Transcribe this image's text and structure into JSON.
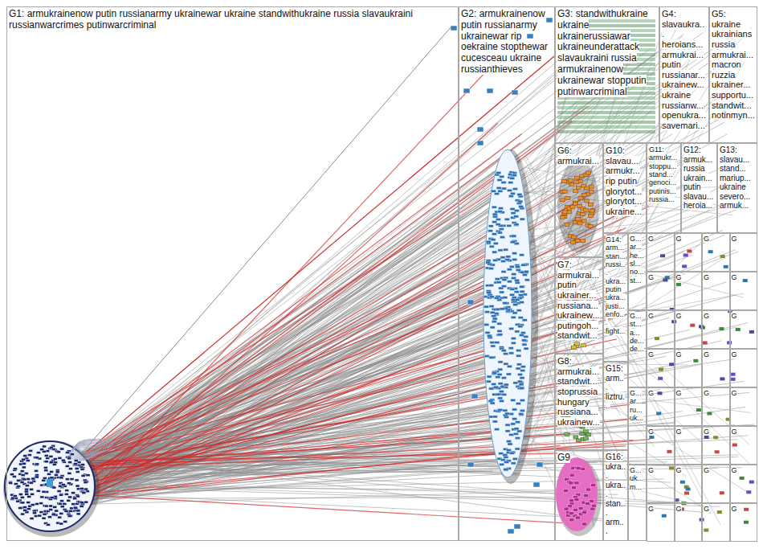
{
  "diagram": {
    "nodes": [
      {
        "text": [
          "G1: armukrainenow putin russianarmy ukrainewar ukraine standwithukraine russia slavaukraini russianwarcrimes putinwarcriminal"
        ]
      },
      {
        "text": [
          "G2: armukrainenow putin russianarmy ukrainewar rip oekraine stopthewar cucesceau ukraine russianthieves"
        ]
      },
      {
        "text": [
          "G3: standwithukraine ukraine ukrainerussiawar ukraineunderattack slavaukraini russia armukrainenow ukrainewar stopputin putinwarcriminal"
        ]
      },
      {
        "text": [
          "G4: slavaukra... heroians... armukrai... putin russianar... ukrainew... ukraine russianw... openukra... savemari..."
        ]
      },
      {
        "text": [
          "G5: ukraine ukrainians russia armukrai... macron ruzzia ukrainer... supportu... standwit... notinmyn..."
        ]
      },
      {
        "text": [
          "G6: armukrai..."
        ]
      },
      {
        "text": [
          "G10: slavau... armukr... rip putin glorytot... glorytot... ukraine..."
        ]
      },
      {
        "text": [
          "G11: armukr... stoppu... stand... genoci... putinis... russia..."
        ]
      },
      {
        "text": [
          "G12: armuk... russia ukrain... putin slavau... heroia..."
        ]
      },
      {
        "text": [
          "G13: slavau... stand... mariup... ukraine severo... armuk..."
        ]
      },
      {
        "text": [
          "G7: armukrai... putin ukrainer... russiana... ukrainew... putingoh... standwit..."
        ]
      },
      {
        "text": [
          "G14: arm... stan... russi... ukra... putin ukra... justi... enfo... fight..."
        ]
      },
      {
        "text": [
          "G... ar... he... sl... no... st..."
        ]
      },
      {
        "text": [
          "G... st... a... de... de..."
        ]
      },
      {
        "text": [
          "G8: armukrai... standwit... stoprussia hungary russiana... ukrainew..."
        ]
      },
      {
        "text": [
          "G15: arm... liztru..."
        ]
      },
      {
        "text": [
          "G... ar... ru... uk..."
        ]
      },
      {
        "text": [
          "G9"
        ]
      },
      {
        "text": [
          "G16: ukra... ukra... stan... arm..."
        ]
      },
      {
        "text": [
          "G... uk... m..."
        ]
      },
      {
        "text": [
          "G"
        ]
      },
      {
        "text": [
          "G"
        ]
      },
      {
        "text": [
          "G"
        ]
      },
      {
        "text": [
          "G"
        ]
      },
      {
        "text": [
          "G"
        ]
      },
      {
        "text": [
          "G"
        ]
      },
      {
        "text": [
          "G"
        ]
      },
      {
        "text": [
          "G"
        ]
      },
      {
        "text": [
          "G"
        ]
      },
      {
        "text": [
          "G"
        ]
      },
      {
        "text": [
          "G"
        ]
      },
      {
        "text": [
          "G"
        ]
      },
      {
        "text": [
          "G"
        ]
      },
      {
        "text": [
          "G"
        ]
      },
      {
        "text": [
          "G"
        ]
      },
      {
        "text": [
          "G"
        ]
      },
      {
        "text": [
          "G"
        ]
      },
      {
        "text": [
          "G"
        ]
      },
      {
        "text": [
          "G"
        ]
      },
      {
        "text": [
          "G"
        ]
      },
      {
        "text": [
          "G"
        ]
      },
      {
        "text": [
          "G"
        ]
      },
      {
        "text": [
          "G"
        ]
      },
      {
        "text": [
          "G"
        ]
      },
      {
        "text": [
          "G"
        ]
      },
      {
        "text": [
          "G"
        ]
      },
      {
        "text": [
          "G"
        ]
      },
      {
        "text": [
          "G"
        ]
      },
      {
        "text": [
          "G"
        ]
      },
      {
        "text": [
          "G"
        ]
      },
      {
        "text": [
          "G"
        ]
      },
      {
        "text": [
          "G"
        ]
      }
    ]
  }
}
